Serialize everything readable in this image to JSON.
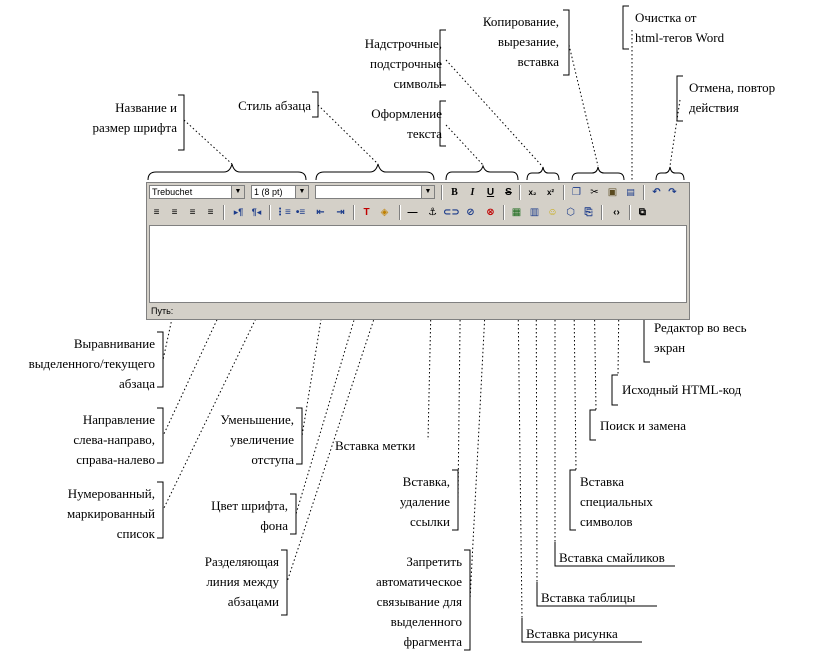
{
  "toolbar": {
    "font_name": "Trebuchet",
    "font_size": "1 (8 pt)",
    "paragraph_style": "",
    "icons_row1": [
      "bold-icon",
      "italic-icon",
      "underline-icon",
      "strikethrough-icon",
      "subscript-icon",
      "superscript-icon",
      "copy-icon",
      "cut-icon",
      "paste-icon",
      "clean-word-icon",
      "undo-icon",
      "redo-icon"
    ],
    "icons_row2": [
      "align-left-icon",
      "align-center-icon",
      "align-right-icon",
      "justify-icon",
      "ltr-icon",
      "rtl-icon",
      "numbered-list-icon",
      "bulleted-list-icon",
      "outdent-icon",
      "indent-icon",
      "font-color-icon",
      "background-color-icon",
      "horizontal-rule-icon",
      "anchor-icon",
      "link-icon",
      "unlink-icon",
      "nolink-icon",
      "image-icon",
      "table-icon",
      "smiley-icon",
      "special-chars-icon",
      "search-replace-icon",
      "html-source-icon",
      "fullscreen-icon"
    ]
  },
  "status_bar": {
    "path_label": "Путь:"
  },
  "callouts_top": {
    "font": "Название и\nразмер шрифта",
    "paragraph_style": "Стиль абзаца",
    "super_sub": "Надстрочные,\nподстрочные\nсимволы",
    "text_format": "Оформление\nтекста",
    "clipboard": "Копирование,\nвырезание,\nвставка",
    "clean_word": "Очистка от\nhtml-тегов Word",
    "undo_redo": "Отмена, повтор\nдействия"
  },
  "callouts_bottom": {
    "alignment": "Выравнивание\nвыделенного/текущего\nабзаца",
    "direction": "Направление\nслева-направо,\nсправа-налево",
    "lists": "Нумерованный,\nмаркированный\nсписок",
    "indent": "Уменьшение,\nувеличение\nотступа",
    "colors": "Цвет шрифта,\nфона",
    "hr": "Разделяющая\nлиния между\nабзацами",
    "anchor": "Вставка метки",
    "link": "Вставка,\nудаление\nссылки",
    "nolink": "Запретить\nавтоматическое\nсвязывание для\nвыделенного\nфрагмента",
    "image": "Вставка рисунка",
    "table": "Вставка таблицы",
    "smiley": "Вставка смайликов",
    "special_chars": "Вставка\nспециальных\nсимволов",
    "search": "Поиск и замена",
    "html_source": "Исходный HTML-код",
    "fullscreen": "Редактор во весь\nэкран"
  }
}
